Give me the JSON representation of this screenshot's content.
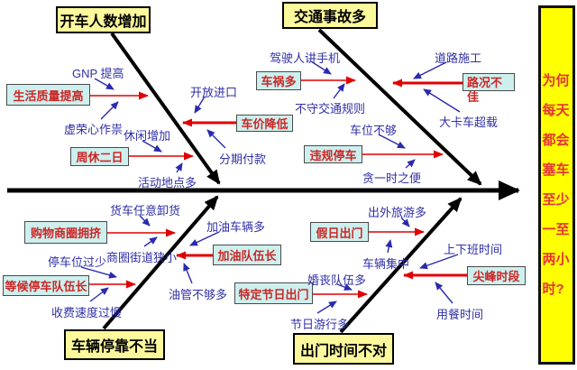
{
  "diagram_type": "fishbone-cause-effect",
  "problem": {
    "label": "为何每天都会塞车至少一至两小时?"
  },
  "colors": {
    "spine": "#000000",
    "cause_arrow": "#E00000",
    "sub_arrow": "#2A2AB0",
    "category_box_bg": "#FCF99C",
    "cause_box_bg": "#CDF0EE",
    "cause_text": "#CC2626",
    "sub_text": "#3030A8",
    "problem_box_bg": "#FFFF00",
    "problem_text": "#E43434"
  },
  "branches": {
    "top_left": {
      "title": "开车人数增加",
      "causes": [
        {
          "label": "生活质量提高",
          "above": "GNP 提高",
          "below": "虚荣心作祟"
        },
        {
          "label": "周休二日",
          "above": "休闲增加",
          "below": "活动地点多"
        },
        {
          "label": "车价降低",
          "above": "开放进口",
          "below": "分期付款"
        }
      ]
    },
    "top_right": {
      "title": "交通事故多",
      "causes": [
        {
          "label": "车祸多",
          "above": "驾驶人讲手机",
          "below": "不守交通规则"
        },
        {
          "label": "违规停车",
          "above": "车位不够",
          "below": "贪一时之便"
        },
        {
          "label": "路况不佳",
          "above": "道路施工",
          "below": "大卡车超载"
        }
      ]
    },
    "bottom_left": {
      "title": "车辆停靠不当",
      "causes": [
        {
          "label": "购物商圈拥挤",
          "above": "货车任意卸货",
          "below": "商圈街道狭小"
        },
        {
          "label": "等候停车队伍长",
          "above": "停车位过少",
          "below": "收费速度过慢"
        },
        {
          "label": "加油队伍长",
          "above": "加油车辆多",
          "below": "油管不够多"
        }
      ]
    },
    "bottom_right": {
      "title": "出门时间不对",
      "causes": [
        {
          "label": "假日出门",
          "above": "出外旅游多",
          "below": "车辆集中"
        },
        {
          "label": "特定节日出门",
          "above": "婚丧队伍多",
          "below": "节日游行多"
        },
        {
          "label": "尖峰时段",
          "above": "上下班时间",
          "below": "用餐时间"
        }
      ]
    }
  }
}
